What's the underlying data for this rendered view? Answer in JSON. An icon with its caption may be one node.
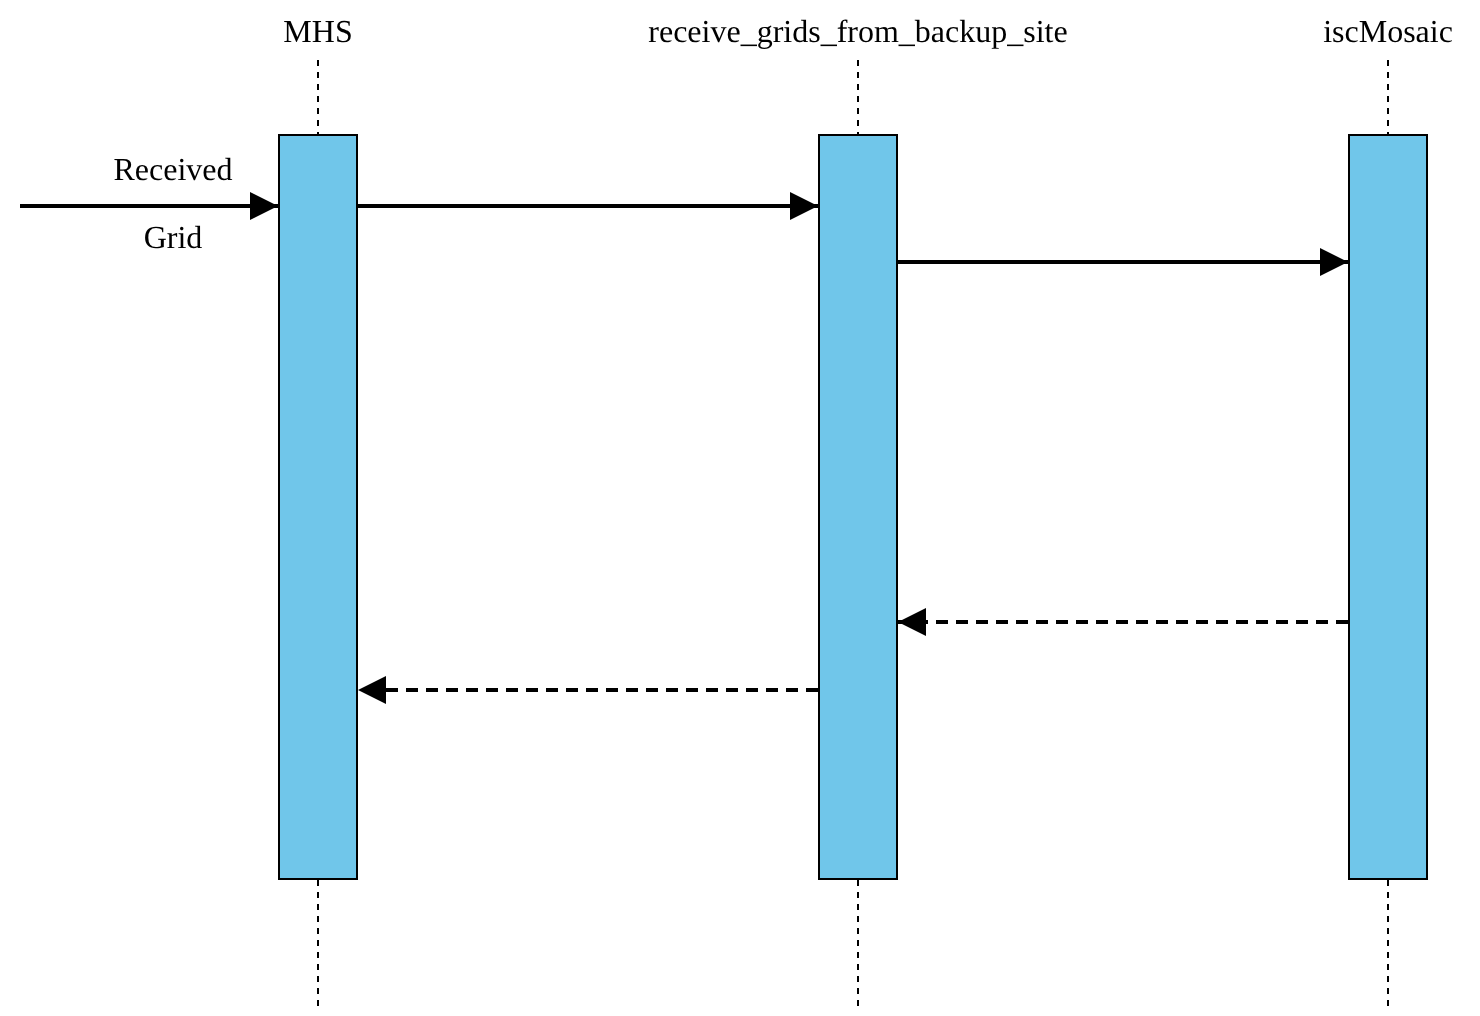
{
  "diagram": {
    "nodes": [
      {
        "text": [
          "MHS"
        ]
      },
      {
        "text": [
          "receive_grids_from_backup_site"
        ]
      },
      {
        "text": [
          "iscMosaic"
        ]
      }
    ],
    "edges": [
      {
        "from": null,
        "to": 0,
        "arrow": "to",
        "label": "Received Grid"
      },
      {
        "from": 0,
        "to": 1,
        "arrow": "to"
      },
      {
        "from": 1,
        "to": 2,
        "arrow": "to"
      },
      {
        "from": 2,
        "to": 1,
        "arrow": "to",
        "style": "dashed"
      },
      {
        "from": 1,
        "to": 0,
        "arrow": "to",
        "style": "dashed"
      }
    ]
  }
}
